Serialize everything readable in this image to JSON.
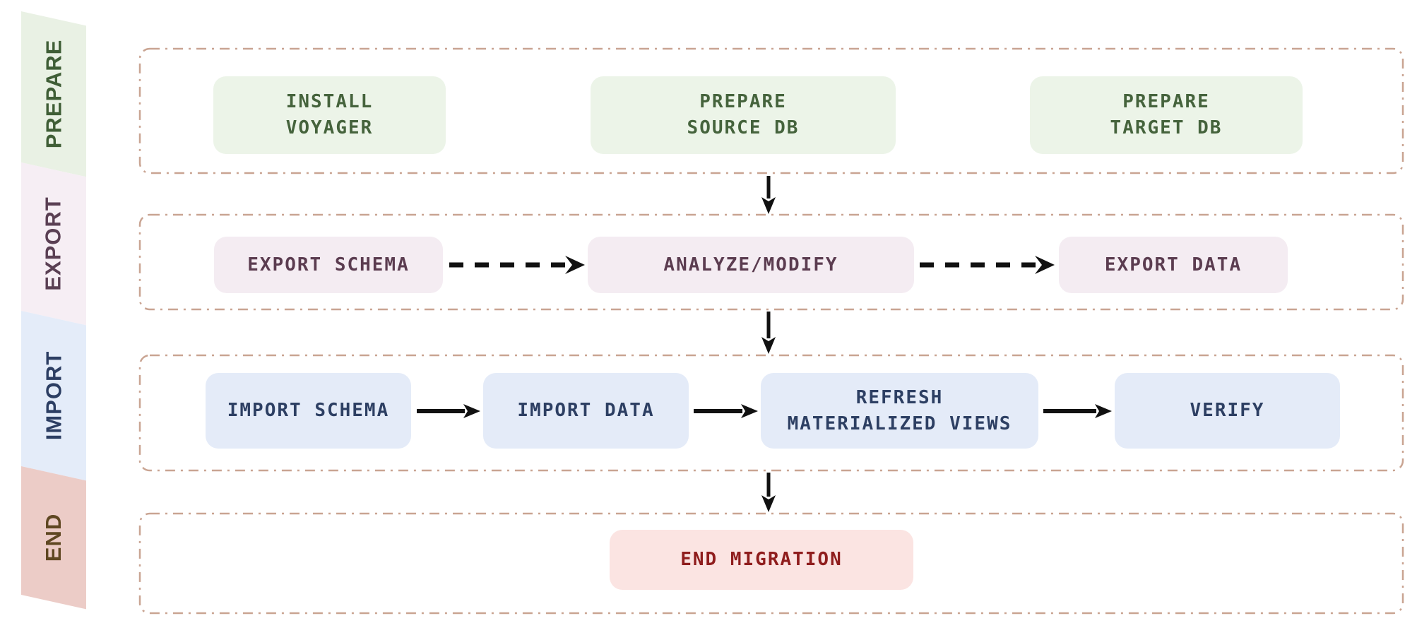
{
  "diagram_type": "flowchart",
  "title": "database migration flow",
  "sidebar": {
    "phases": [
      {
        "id": "prepare",
        "label": "PREPARE",
        "bg": "#e9f1e4",
        "text_color": "#3f5e36"
      },
      {
        "id": "export",
        "label": "EXPORT",
        "bg": "#f6eef4",
        "text_color": "#5a3f53"
      },
      {
        "id": "import",
        "label": "IMPORT",
        "bg": "#e4ecf9",
        "text_color": "#2c3e63"
      },
      {
        "id": "end",
        "label": "END",
        "bg": "#ecccc7",
        "text_color": "#5f4722"
      }
    ]
  },
  "nodes": {
    "install_voyager": {
      "phase": "prepare",
      "label": "INSTALL VOYAGER",
      "lines": [
        "INSTALL",
        "VOYAGER"
      ]
    },
    "prepare_source_db": {
      "phase": "prepare",
      "label": "PREPARE SOURCE DB",
      "lines": [
        "PREPARE",
        "SOURCE DB"
      ]
    },
    "prepare_target_db": {
      "phase": "prepare",
      "label": "PREPARE TARGET DB",
      "lines": [
        "PREPARE",
        "TARGET DB"
      ]
    },
    "export_schema": {
      "phase": "export",
      "label": "EXPORT SCHEMA",
      "lines": [
        "EXPORT SCHEMA"
      ]
    },
    "analyze_modify": {
      "phase": "export",
      "label": "ANALYZE/MODIFY",
      "lines": [
        "ANALYZE/MODIFY"
      ]
    },
    "export_data": {
      "phase": "export",
      "label": "EXPORT DATA",
      "lines": [
        "EXPORT DATA"
      ]
    },
    "import_schema": {
      "phase": "import",
      "label": "IMPORT SCHEMA",
      "lines": [
        "IMPORT SCHEMA"
      ]
    },
    "import_data": {
      "phase": "import",
      "label": "IMPORT DATA",
      "lines": [
        "IMPORT DATA"
      ]
    },
    "refresh_mat_views": {
      "phase": "import",
      "label": "REFRESH MATERIALIZED VIEWS",
      "lines": [
        "REFRESH",
        "MATERIALIZED VIEWS"
      ]
    },
    "verify": {
      "phase": "import",
      "label": "VERIFY",
      "lines": [
        "VERIFY"
      ]
    },
    "end_migration": {
      "phase": "end",
      "label": "END MIGRATION",
      "lines": [
        "END MIGRATION"
      ]
    }
  },
  "flow": {
    "phase_sequence": [
      "PREPARE",
      "EXPORT",
      "IMPORT",
      "END"
    ],
    "edges": [
      {
        "from": "PREPARE phase",
        "to": "EXPORT phase",
        "style": "solid-arrow-down"
      },
      {
        "from": "EXPORT SCHEMA",
        "to": "ANALYZE/MODIFY",
        "style": "dashed-arrow"
      },
      {
        "from": "ANALYZE/MODIFY",
        "to": "EXPORT DATA",
        "style": "dashed-arrow"
      },
      {
        "from": "EXPORT phase",
        "to": "IMPORT phase",
        "style": "solid-arrow-down"
      },
      {
        "from": "IMPORT SCHEMA",
        "to": "IMPORT DATA",
        "style": "solid-arrow"
      },
      {
        "from": "IMPORT DATA",
        "to": "REFRESH MATERIALIZED VIEWS",
        "style": "solid-arrow"
      },
      {
        "from": "REFRESH MATERIALIZED VIEWS",
        "to": "VERIFY",
        "style": "solid-arrow"
      },
      {
        "from": "IMPORT phase",
        "to": "END phase",
        "style": "solid-arrow-down"
      }
    ]
  },
  "colors": {
    "background": "#ffffff",
    "container_border": "#c9a492",
    "arrow": "#111111",
    "prepare_fill": "#ecf4e8",
    "prepare_text": "#45633c",
    "export_fill": "#f4ecf2",
    "export_text": "#5b3c50",
    "import_fill": "#e4ebf8",
    "import_text": "#2d3f63",
    "end_fill": "#fbe4e2",
    "end_text": "#8f1d1d"
  }
}
